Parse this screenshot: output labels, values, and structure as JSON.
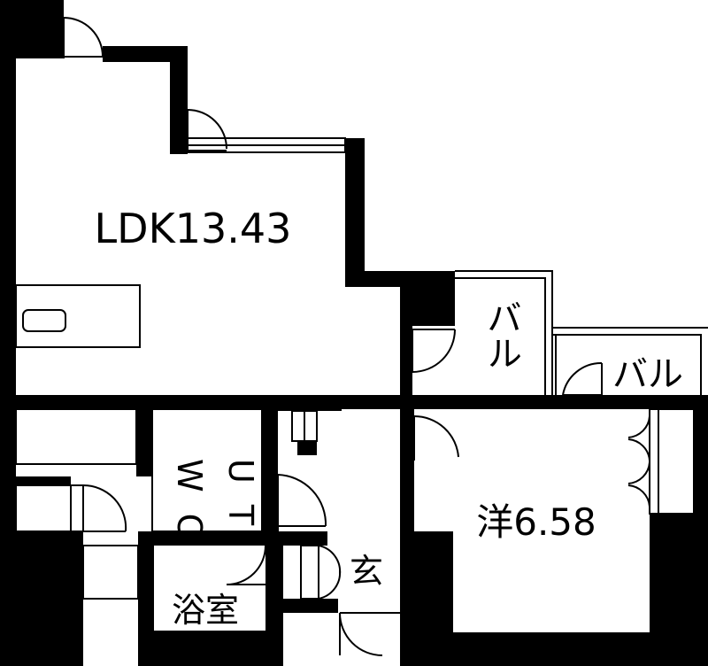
{
  "rooms": {
    "ldk": "LDK13.43",
    "western": "洋6.58",
    "balcony_1": "バル",
    "balcony_2": "バル",
    "wc": "W C",
    "ut": "U T",
    "bath": "浴室",
    "entrance": "玄"
  },
  "colors": {
    "wall": "#000000",
    "background": "#ffffff"
  }
}
